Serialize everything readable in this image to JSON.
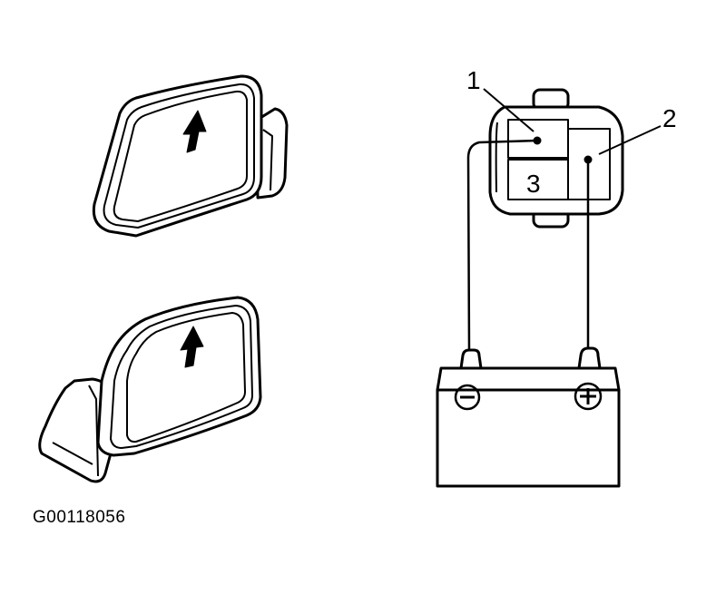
{
  "figure_id": "G00118056",
  "callouts": {
    "terminal_1": "1",
    "terminal_2": "2",
    "terminal_3": "3"
  },
  "battery": {
    "negative_symbol": "−",
    "positive_symbol": "+"
  },
  "colors": {
    "ink": "#000000",
    "paper": "#ffffff"
  }
}
